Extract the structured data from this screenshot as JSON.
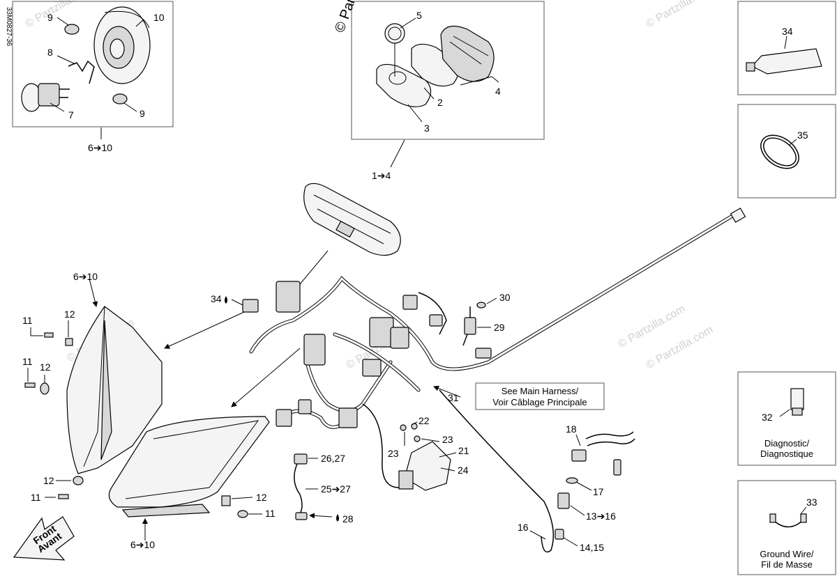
{
  "drawing_code": "33M0827-36",
  "copyright": "© Partzilla.com",
  "watermark": "© Partzilla.com",
  "callouts": {
    "c10_top": "10",
    "c9_top": "9",
    "c8": "8",
    "c7": "7",
    "c9_bottom": "9",
    "c6_10_top": "6➔10",
    "c5": "5",
    "c2": "2",
    "c4": "4",
    "c3": "3",
    "c1_4": "1➔4",
    "c34_box": "34",
    "c35": "35",
    "c6_10_left": "6➔10",
    "c11_a": "11",
    "c12_a": "12",
    "c11_b": "11",
    "c12_b": "12",
    "c12_c": "12",
    "c11_c": "11",
    "c6_10_bottom": "6➔10",
    "c34_drop": "34",
    "c30": "30",
    "c29": "29",
    "c31": "31",
    "c22": "22",
    "c23_a": "23",
    "c23_b": "23",
    "c21": "21",
    "c24": "24",
    "c26_27": "26,27",
    "c25_27": "25➔27",
    "c28": "28",
    "c12_d": "12",
    "c11_d": "11",
    "c18": "18",
    "c17": "17",
    "c13_16": "13➔16",
    "c16": "16",
    "c14_15": "14,15",
    "c32": "32",
    "c33": "33"
  },
  "notes": {
    "main_harness_line1": "See Main Harness/",
    "main_harness_line2": "Voir Câblage Principale",
    "diagnostic_line1": "Diagnostic/",
    "diagnostic_line2": "Diagnostique",
    "ground_line1": "Ground Wire/",
    "ground_line2": "Fil de Masse"
  },
  "front_arrow": {
    "line1": "Front",
    "line2": "Avant"
  }
}
